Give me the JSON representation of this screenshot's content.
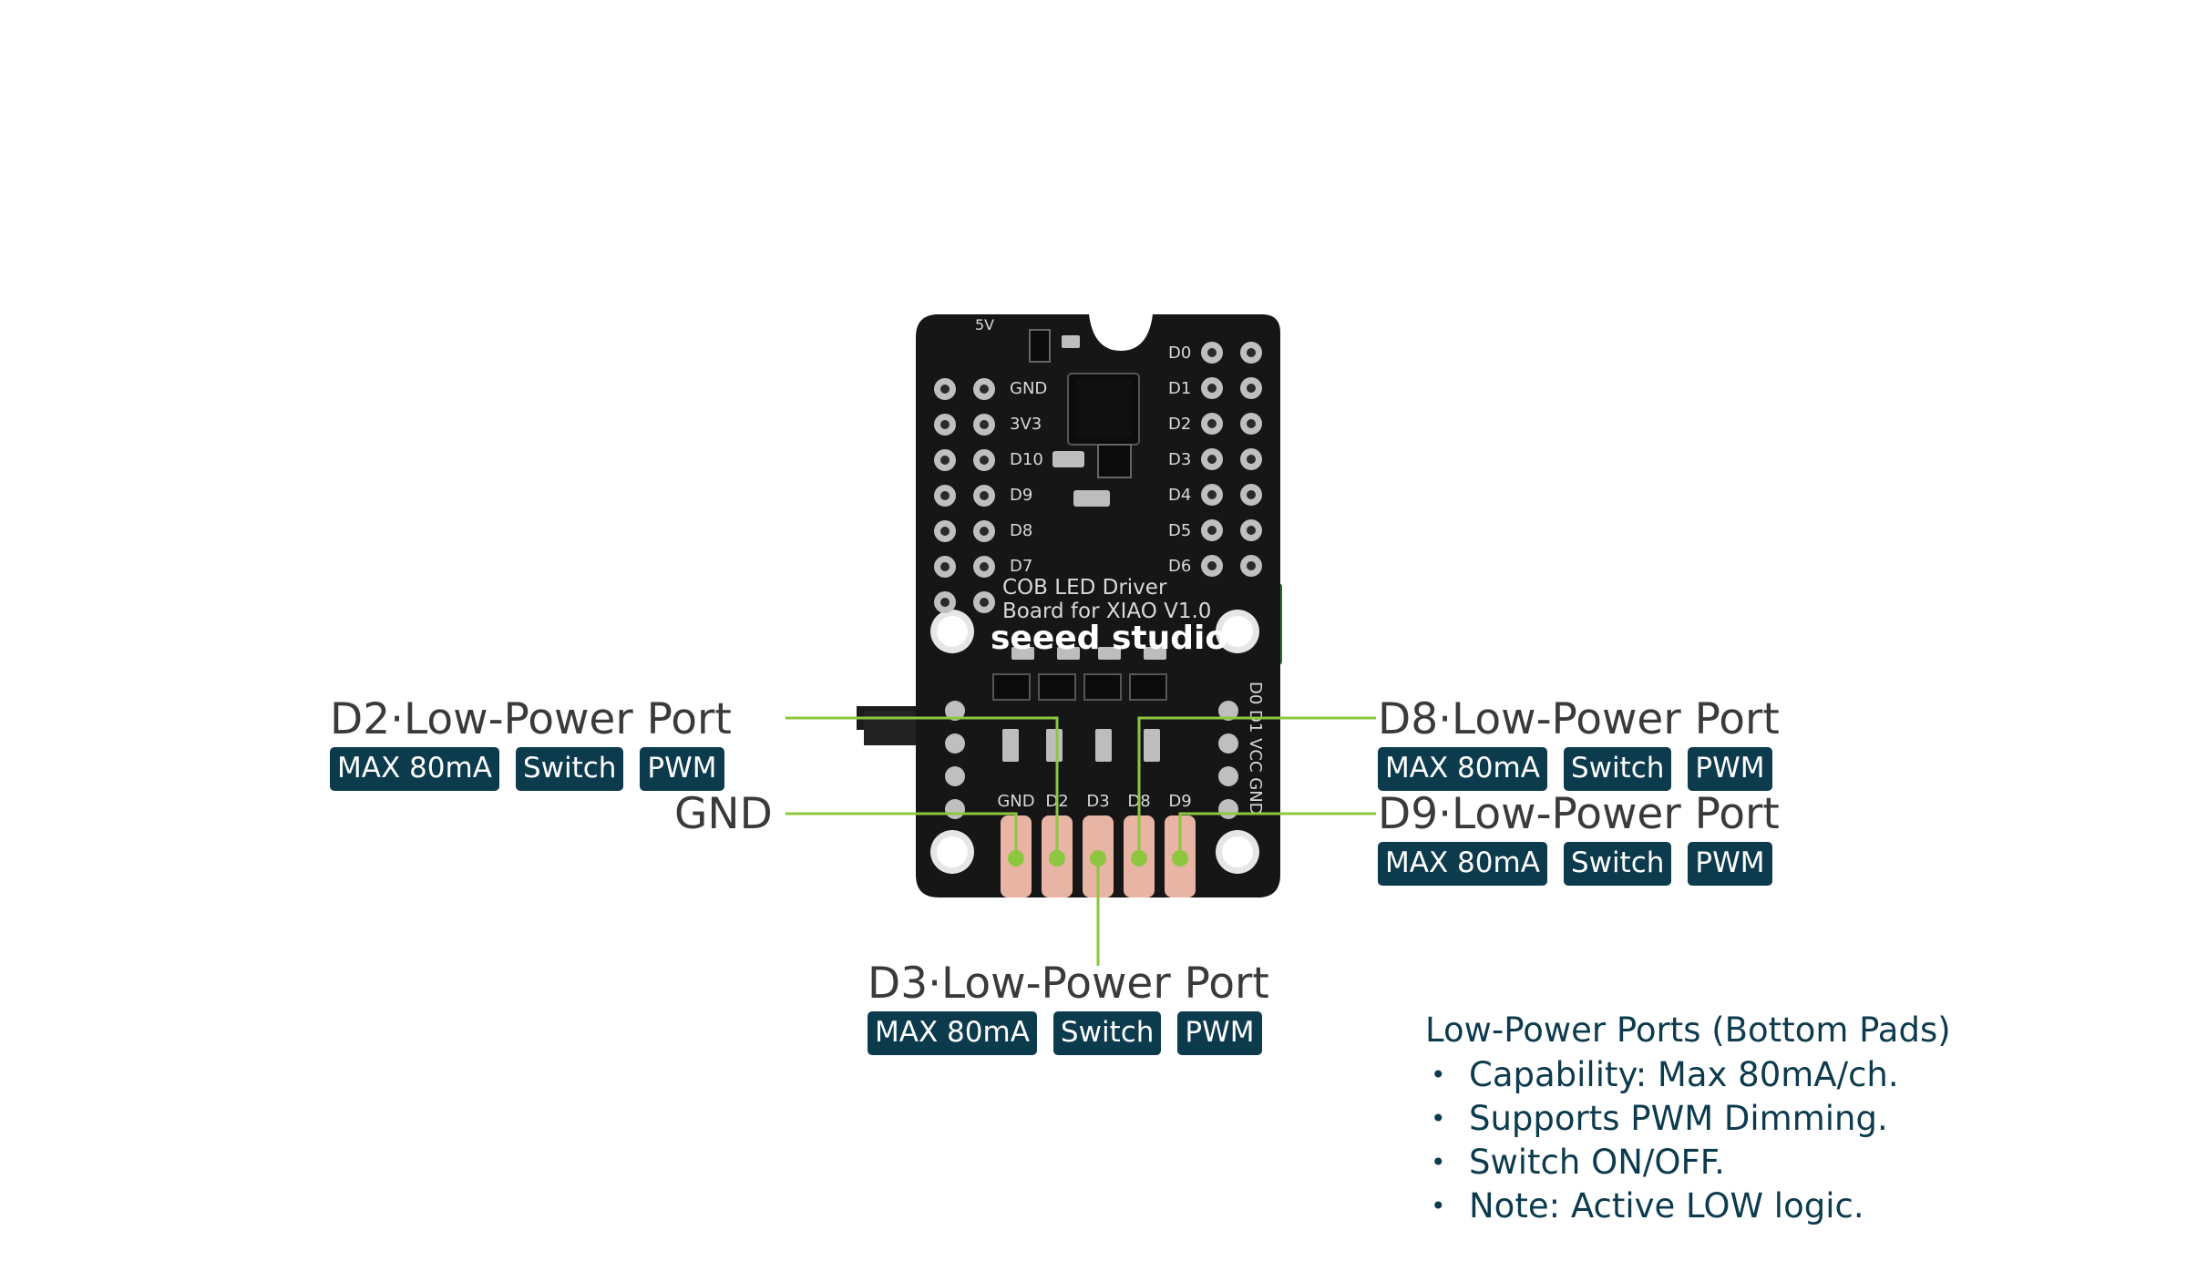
{
  "board": {
    "silk_5v": "5V",
    "left_pins": [
      "GND",
      "3V3",
      "D10",
      "D9",
      "D8",
      "D7"
    ],
    "right_pins": [
      "D0",
      "D1",
      "D2",
      "D3",
      "D4",
      "D5",
      "D6"
    ],
    "board_name_line1": "COB LED Driver",
    "board_name_line2": "Board for XIAO V1.0",
    "brand": "seeed studio",
    "side_header": "D0  D1 VCC GND",
    "bottom_pad_labels": [
      "GND",
      "D2",
      "D3",
      "D8",
      "D9"
    ]
  },
  "callouts": {
    "d2": {
      "title": "D2·Low-Power Port",
      "badges": [
        "MAX 80mA",
        "Switch",
        "PWM"
      ]
    },
    "gnd": {
      "title": "GND"
    },
    "d8": {
      "title": "D8·Low-Power Port",
      "badges": [
        "MAX 80mA",
        "Switch",
        "PWM"
      ]
    },
    "d9": {
      "title": "D9·Low-Power Port",
      "badges": [
        "MAX 80mA",
        "Switch",
        "PWM"
      ]
    },
    "d3": {
      "title": "D3·Low-Power Port",
      "badges": [
        "MAX 80mA",
        "Switch",
        "PWM"
      ]
    }
  },
  "info": {
    "title": "Low-Power Ports (Bottom Pads)",
    "items": [
      "Capability: Max 80mA/ch.",
      "Supports PWM Dimming.",
      "Switch ON/OFF.",
      "Note: Active LOW logic."
    ]
  },
  "colors": {
    "leader_line": "#8dc63f",
    "badge_bg": "#0d3b4e",
    "board": "#161616",
    "pad_copper": "#e8b4a4"
  }
}
